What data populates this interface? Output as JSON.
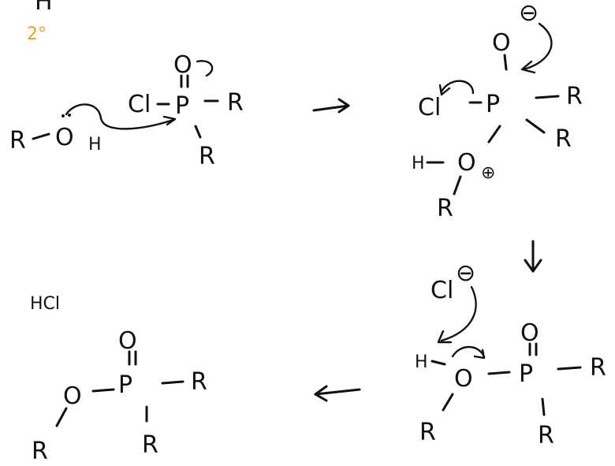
{
  "top_note": {
    "text": "H",
    "degree_text": "2°",
    "degree_color": "#f0a020"
  },
  "labels": {
    "r": "R",
    "oh_o": "O",
    "h": "H",
    "cl": "Cl",
    "p": "P",
    "o": "O",
    "minus": "⊖",
    "plus": "⊕",
    "hcl": "HCl"
  },
  "colors": {
    "ink": "#111111",
    "accent": "#f0a020",
    "background": "#ffffff"
  }
}
